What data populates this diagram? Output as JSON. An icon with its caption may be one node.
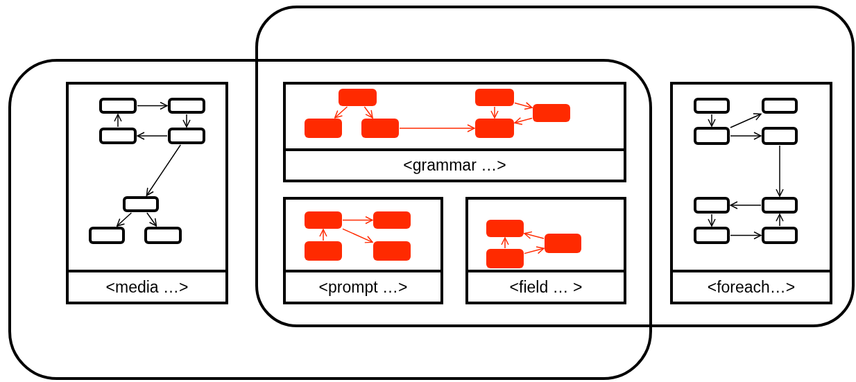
{
  "diagram": {
    "nodes": [
      {
        "text": [],
        "shape": "box"
      },
      {
        "text": [],
        "shape": "box"
      },
      {
        "text": [
          "<media …>"
        ],
        "in": 0
      },
      {
        "text": [],
        "shape": "box",
        "in": 2
      },
      {
        "text": [],
        "shape": "box",
        "in": 2
      },
      {
        "text": [],
        "shape": "box",
        "in": 2
      },
      {
        "text": [],
        "shape": "box",
        "in": 2
      },
      {
        "text": [],
        "shape": "box",
        "in": 2
      },
      {
        "text": [],
        "shape": "box",
        "in": 2
      },
      {
        "text": [],
        "shape": "box",
        "in": 2
      },
      {
        "text": [
          "<grammar …>"
        ]
      },
      {
        "text": [],
        "shape": "box",
        "in": 10
      },
      {
        "text": [],
        "shape": "box",
        "in": 10
      },
      {
        "text": [],
        "shape": "box",
        "in": 10
      },
      {
        "text": [],
        "shape": "box",
        "in": 10
      },
      {
        "text": [],
        "shape": "box",
        "in": 10
      },
      {
        "text": [],
        "shape": "box",
        "in": 10
      },
      {
        "text": [
          "<prompt …>"
        ]
      },
      {
        "text": [],
        "shape": "box",
        "in": 17
      },
      {
        "text": [],
        "shape": "box",
        "in": 17
      },
      {
        "text": [],
        "shape": "box",
        "in": 17
      },
      {
        "text": [],
        "shape": "box",
        "in": 17
      },
      {
        "text": [
          "<field … >"
        ]
      },
      {
        "text": [],
        "shape": "box",
        "in": 22
      },
      {
        "text": [],
        "shape": "box",
        "in": 22
      },
      {
        "text": [],
        "shape": "box",
        "in": 22
      },
      {
        "text": [
          "<foreach…>"
        ],
        "in": 1
      },
      {
        "text": [],
        "shape": "box",
        "in": 26
      },
      {
        "text": [],
        "shape": "box",
        "in": 26
      },
      {
        "text": [],
        "shape": "box",
        "in": 26
      },
      {
        "text": [],
        "shape": "box",
        "in": 26
      },
      {
        "text": [],
        "shape": "box",
        "in": 26
      },
      {
        "text": [],
        "shape": "box",
        "in": 26
      },
      {
        "text": [],
        "shape": "box",
        "in": 26
      },
      {
        "text": [],
        "shape": "box",
        "in": 26
      }
    ],
    "edges": [
      {
        "from": 3,
        "to": 4,
        "arrow": "to"
      },
      {
        "from": 4,
        "to": 6,
        "arrow": "to"
      },
      {
        "from": 6,
        "to": 5,
        "arrow": "to"
      },
      {
        "from": 5,
        "to": 3,
        "arrow": "to"
      },
      {
        "from": 6,
        "to": 7,
        "arrow": "to"
      },
      {
        "from": 7,
        "to": 8,
        "arrow": "to"
      },
      {
        "from": 7,
        "to": 9,
        "arrow": "to"
      },
      {
        "from": 11,
        "to": 14,
        "arrow": "to",
        "color": "#ff2a00"
      },
      {
        "from": 11,
        "to": 15,
        "arrow": "to",
        "color": "#ff2a00"
      },
      {
        "from": 15,
        "to": 16,
        "arrow": "to",
        "color": "#ff2a00"
      },
      {
        "from": 12,
        "to": 16,
        "arrow": "to",
        "color": "#ff2a00"
      },
      {
        "from": 12,
        "to": 13,
        "arrow": "to",
        "color": "#ff2a00"
      },
      {
        "from": 13,
        "to": 16,
        "arrow": "to",
        "color": "#ff2a00"
      },
      {
        "from": 18,
        "to": 19,
        "arrow": "to",
        "color": "#ff2a00"
      },
      {
        "from": 20,
        "to": 18,
        "arrow": "to",
        "color": "#ff2a00"
      },
      {
        "from": 18,
        "to": 21,
        "arrow": "to",
        "color": "#ff2a00"
      },
      {
        "from": 24,
        "to": 23,
        "arrow": "to",
        "color": "#ff2a00"
      },
      {
        "from": 25,
        "to": 23,
        "arrow": "to",
        "color": "#ff2a00"
      },
      {
        "from": 25,
        "to": 24,
        "arrow": "to",
        "color": "#ff2a00"
      },
      {
        "from": 27,
        "to": 29,
        "arrow": "to"
      },
      {
        "from": 29,
        "to": 28,
        "arrow": "to"
      },
      {
        "from": 29,
        "to": 30,
        "arrow": "to"
      },
      {
        "from": 30,
        "to": 32,
        "arrow": "to"
      },
      {
        "from": 32,
        "to": 31,
        "arrow": "to"
      },
      {
        "from": 31,
        "to": 33,
        "arrow": "to"
      },
      {
        "from": 33,
        "to": 34,
        "arrow": "to"
      },
      {
        "from": 34,
        "to": 32,
        "arrow": "to"
      }
    ]
  }
}
